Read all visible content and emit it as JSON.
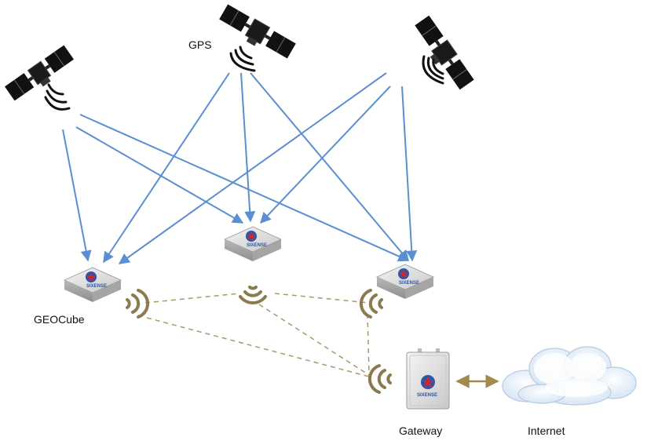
{
  "labels": {
    "gps": "GPS",
    "geocube": "GEOCube",
    "gateway": "Gateway",
    "internet": "Internet"
  },
  "device_brand": "SIXENSE",
  "colors": {
    "signal_arrow": "#5b8fd1",
    "radio_wave": "#8a7a4e",
    "mesh_link": "#a8986a",
    "gateway_link": "#a08a4c",
    "logo_red": "#d3242c",
    "logo_blue": "#2a57a8",
    "cloud": "#dce8f6"
  },
  "icons": {
    "satellite": "satellite-icon",
    "device": "geocube-device-icon",
    "gateway": "gateway-device-icon",
    "wireless": "wireless-signal-icon",
    "cloud": "cloud-icon"
  }
}
